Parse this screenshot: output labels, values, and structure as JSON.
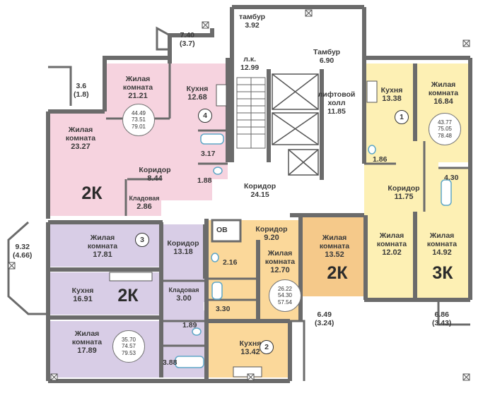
{
  "colors": {
    "apt1_yellow": "#fdf0b4",
    "apt2_orange": "#fbd89a",
    "apt2k_right": "#f5c98a",
    "apt3_purple": "#d8cde6",
    "apt4_pink": "#f6d3df",
    "wall": "#6b6b6b",
    "bath_blue": "#5fa7c7"
  },
  "common": {
    "tambur_top_label": "тамбур",
    "tambur_top_area": "3.92",
    "tambur_right_label": "Тамбур",
    "tambur_right_area": "6.90",
    "stairs_label": "л.к.",
    "stairs_area": "12.99",
    "lift_label": "лифтовой холл",
    "lift_area": "11.85",
    "corridor_label": "Коридор",
    "corridor_area": "24.15",
    "ov_label": "ОВ"
  },
  "balconies": {
    "b1": {
      "area": "7.40",
      "alt": "(3.7)"
    },
    "b2": {
      "area": "3.6",
      "alt": "(1.8)"
    },
    "b3": {
      "area": "9.32",
      "alt": "(4.66)"
    },
    "b4": {
      "area": "6.49",
      "alt": "(3.24)"
    },
    "b5": {
      "area": "6.86",
      "alt": "(3.43)"
    }
  },
  "apartments": {
    "apt4": {
      "number": "4",
      "type": "2К",
      "stats": [
        "44.49",
        "73.51",
        "79.01"
      ],
      "rooms": {
        "living1": {
          "name": "Жилая комната",
          "area": "21.21"
        },
        "kitchen": {
          "name": "Кухня",
          "area": "12.68"
        },
        "living2": {
          "name": "Жилая комната",
          "area": "23.27"
        },
        "corridor": {
          "name": "Коридор",
          "area": "8.44"
        },
        "storage": {
          "name": "Кладовая",
          "area": "2.86"
        },
        "bath": "3.17",
        "wc": "1.88"
      }
    },
    "apt1": {
      "number": "1",
      "type": "3К",
      "stats": [
        "43.77",
        "75.05",
        "78.48"
      ],
      "rooms": {
        "kitchen": {
          "name": "Кухня",
          "area": "13.38"
        },
        "living1": {
          "name": "Жилая комната",
          "area": "16.84"
        },
        "wc": "1.86",
        "bath": "4.30",
        "corridor": {
          "name": "Коридор",
          "area": "11.75"
        },
        "living2": {
          "name": "Жилая комната",
          "area": "12.02"
        },
        "living3": {
          "name": "Жилая комната",
          "area": "14.92"
        }
      }
    },
    "apt3": {
      "number": "3",
      "type": "2К",
      "stats": [
        "35.70",
        "74.57",
        "79.53"
      ],
      "rooms": {
        "living1": {
          "name": "Жилая комната",
          "area": "17.81"
        },
        "corridor": {
          "name": "Коридор",
          "area": "13.18"
        },
        "kitchen": {
          "name": "Кухня",
          "area": "16.91"
        },
        "storage": {
          "name": "Кладовая",
          "area": "3.00"
        },
        "living2": {
          "name": "Жилая комната",
          "area": "17.89"
        },
        "wc": "1.89",
        "bath": "3.88"
      }
    },
    "apt2": {
      "number": "2",
      "type": "2К",
      "stats": [
        "26.22",
        "54.30",
        "57.54"
      ],
      "rooms": {
        "corridor": {
          "name": "Коридор",
          "area": "9.20"
        },
        "wc": "2.16",
        "living1": {
          "name": "Жилая комната",
          "area": "12.70"
        },
        "bath": "3.30",
        "kitchen": {
          "name": "Кухня",
          "area": "13.42"
        },
        "living2": {
          "name": "Жилая комната",
          "area": "13.52"
        }
      }
    }
  }
}
